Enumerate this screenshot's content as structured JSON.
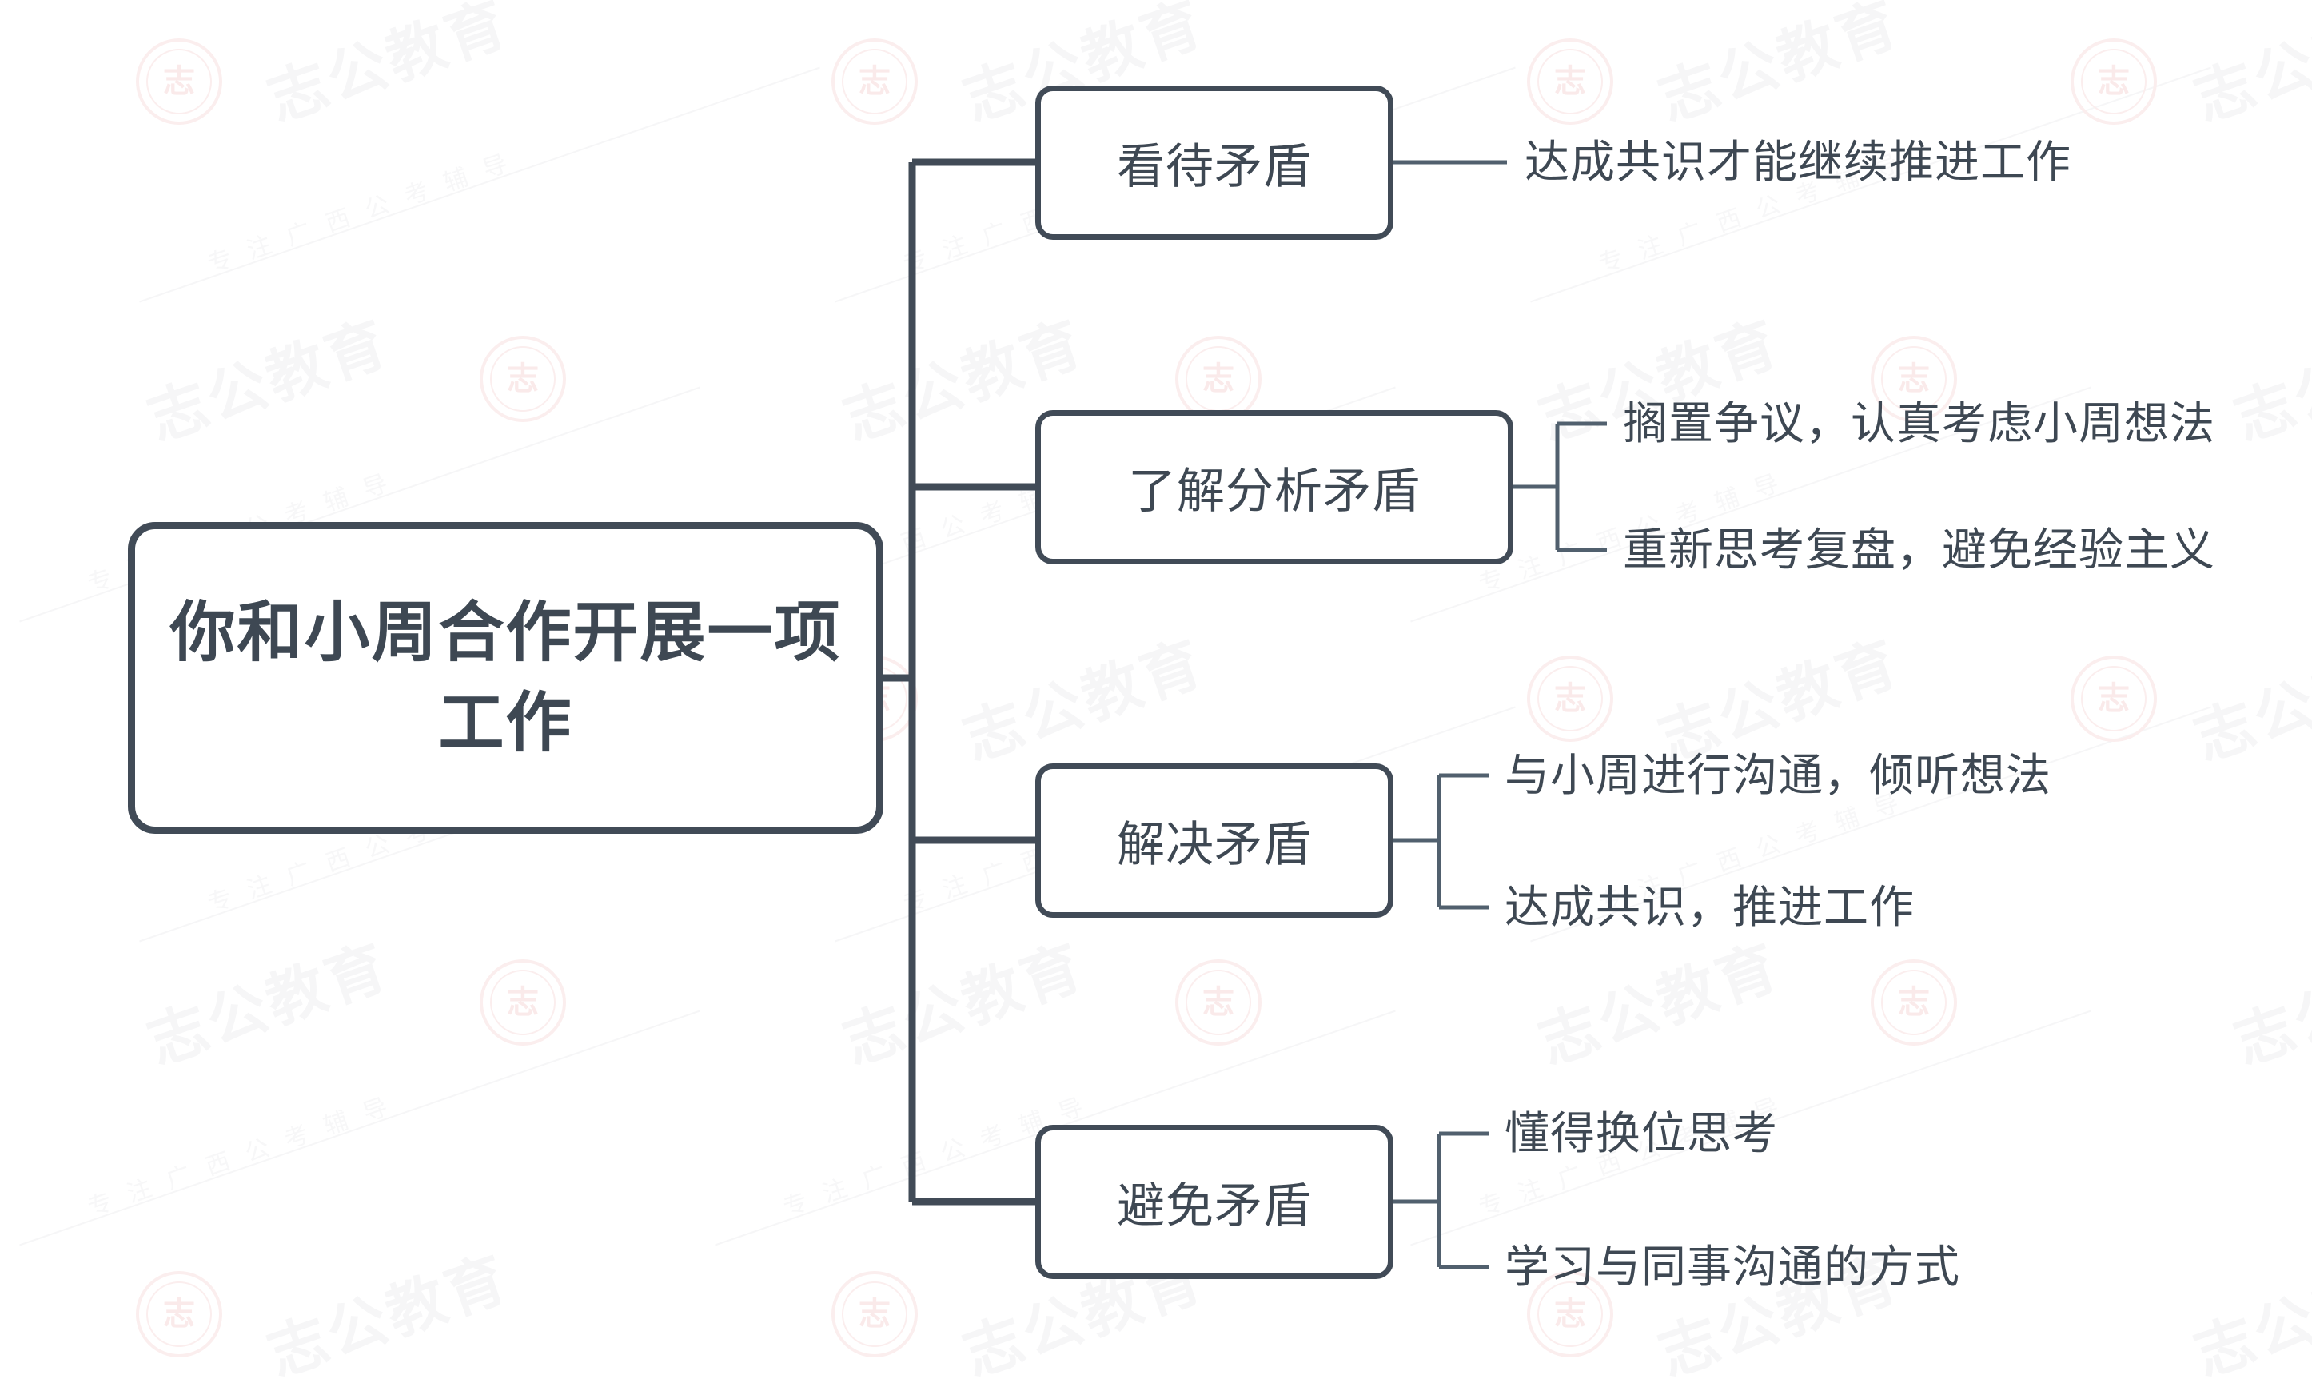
{
  "diagram": {
    "type": "mind-map",
    "orientation": "left-to-right",
    "root": {
      "label": "你和小周合作开展一项工作"
    },
    "branches": [
      {
        "label": "看待矛盾",
        "children": [
          {
            "label": "达成共识才能继续推进工作"
          }
        ]
      },
      {
        "label": "了解分析矛盾",
        "children": [
          {
            "label": "搁置争议，认真考虑小周想法"
          },
          {
            "label": "重新思考复盘，避免经验主义"
          }
        ]
      },
      {
        "label": "解决矛盾",
        "children": [
          {
            "label": "与小周进行沟通，倾听想法"
          },
          {
            "label": "达成共识，推进工作"
          }
        ]
      },
      {
        "label": "避免矛盾",
        "children": [
          {
            "label": "懂得换位思考"
          },
          {
            "label": "学习与同事沟通的方式"
          }
        ]
      }
    ]
  },
  "watermark": {
    "brand": "志公教育",
    "tagline": "专注广西公考辅导",
    "seal_glyph": "志",
    "brand_color": "#f6f6f7",
    "seal_color": "#fbeeee"
  },
  "colors": {
    "stroke": "#414b57",
    "text": "#3e4853",
    "background": "#ffffff",
    "leaf_connector": "#51606e"
  }
}
